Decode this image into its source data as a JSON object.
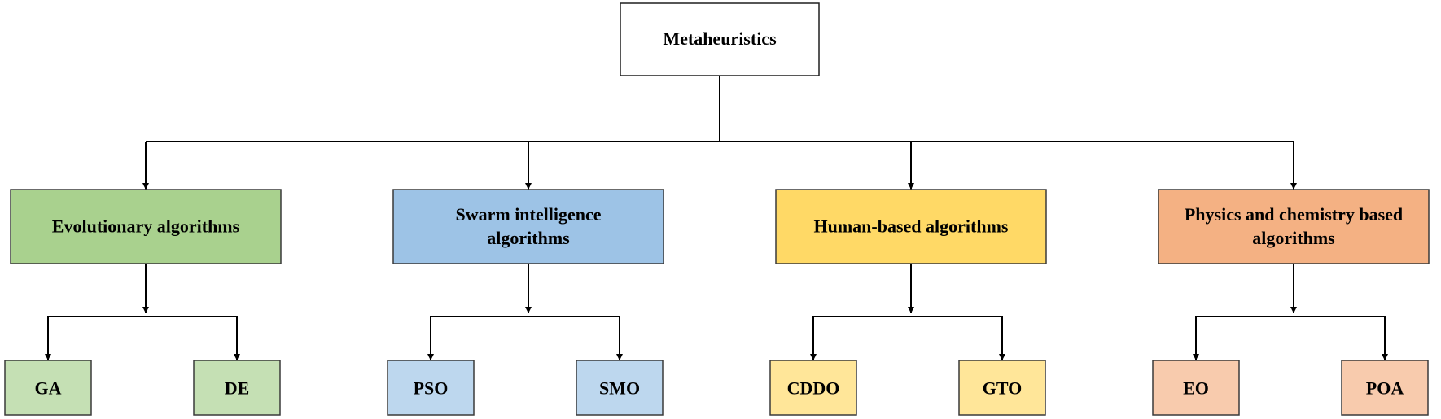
{
  "diagram": {
    "root": {
      "label": "Metaheuristics"
    },
    "categories": [
      {
        "label_lines": [
          "Evolutionary algorithms"
        ],
        "fill": "#a9d18e",
        "child_fill": "#c5e0b4",
        "children": [
          "GA",
          "DE"
        ]
      },
      {
        "label_lines": [
          "Swarm intelligence",
          "algorithms"
        ],
        "fill": "#9dc3e6",
        "child_fill": "#bdd7ee",
        "children": [
          "PSO",
          "SMO"
        ]
      },
      {
        "label_lines": [
          "Human-based algorithms"
        ],
        "fill": "#ffd966",
        "child_fill": "#ffe699",
        "children": [
          "CDDO",
          "GTO"
        ]
      },
      {
        "label_lines": [
          "Physics and chemistry based",
          "algorithms"
        ],
        "fill": "#f4b183",
        "child_fill": "#f8cbad",
        "children": [
          "EO",
          "POA"
        ]
      }
    ]
  }
}
